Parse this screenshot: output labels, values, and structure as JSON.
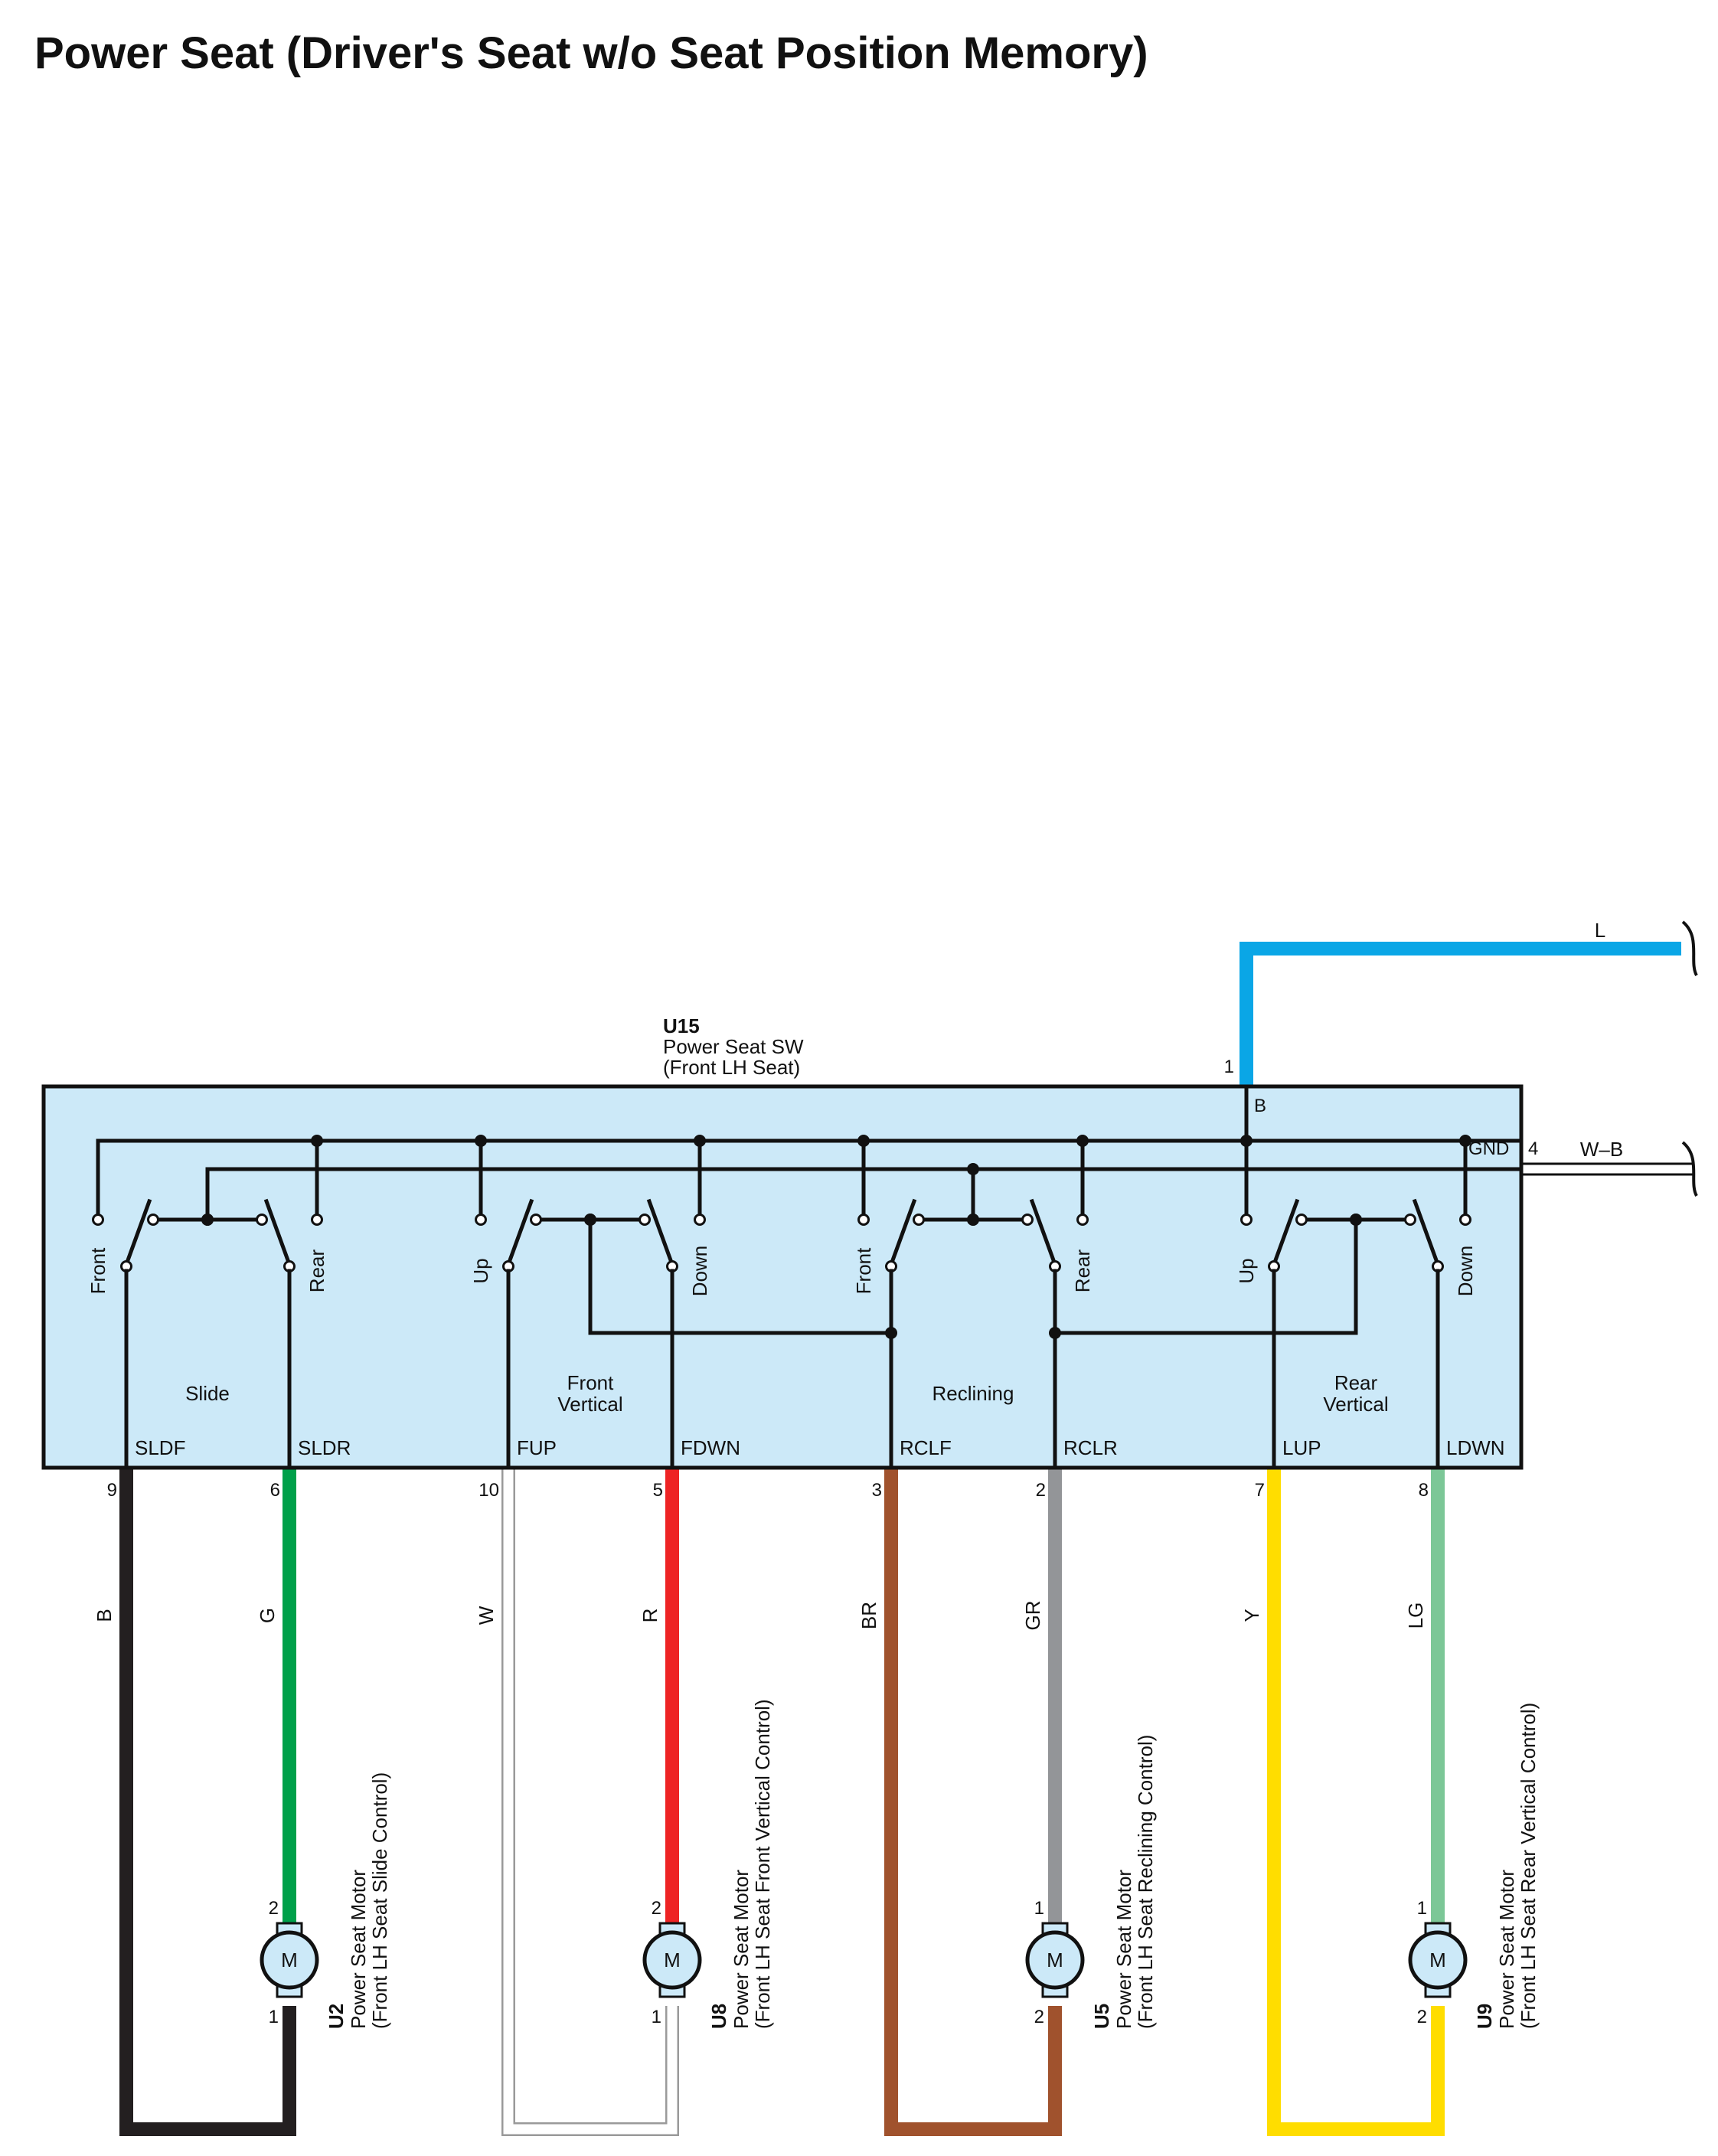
{
  "title": "Power Seat (Driver's Seat w/o Seat Position Memory)",
  "switch": {
    "id": "U15",
    "name": "Power Seat SW",
    "location": "(Front LH Seat)",
    "body_color": "#cce9f8",
    "power_pin": "1",
    "power_terminal": "B",
    "ground_terminal": "GND",
    "ground_pin": "4",
    "groups": [
      {
        "name": "Slide",
        "labels": [
          "Front",
          "Rear"
        ]
      },
      {
        "name": "Front\nVertical",
        "labels": [
          "Up",
          "Down"
        ]
      },
      {
        "name": "Reclining",
        "labels": [
          "Front",
          "Rear"
        ]
      },
      {
        "name": "Rear\nVertical",
        "labels": [
          "Up",
          "Down"
        ]
      }
    ],
    "terminals": [
      {
        "name": "SLDF",
        "pin": "9"
      },
      {
        "name": "SLDR",
        "pin": "6"
      },
      {
        "name": "FUP",
        "pin": "10"
      },
      {
        "name": "FDWN",
        "pin": "5"
      },
      {
        "name": "RCLF",
        "pin": "3"
      },
      {
        "name": "RCLR",
        "pin": "2"
      },
      {
        "name": "LUP",
        "pin": "7"
      },
      {
        "name": "LDWN",
        "pin": "8"
      }
    ]
  },
  "power_wire": {
    "color_code": "L",
    "color": "#0aa6e6"
  },
  "ground_wire": {
    "color_code": "W–B"
  },
  "wires": [
    {
      "code": "B",
      "color": "#231f20"
    },
    {
      "code": "G",
      "color": "#00a04a"
    },
    {
      "code": "W",
      "color": "#ffffff"
    },
    {
      "code": "R",
      "color": "#ee2324"
    },
    {
      "code": "BR",
      "color": "#a0522d"
    },
    {
      "code": "GR",
      "color": "#939598"
    },
    {
      "code": "Y",
      "color": "#ffdd00"
    },
    {
      "code": "LG",
      "color": "#7cc797"
    }
  ],
  "motors": [
    {
      "id": "U2",
      "name": "Power Seat Motor",
      "detail": "(Front LH Seat Slide Control)",
      "pin_top": "2",
      "pin_bottom": "1",
      "symbol": "M"
    },
    {
      "id": "U8",
      "name": "Power Seat Motor",
      "detail": "(Front LH Seat Front Vertical Control)",
      "pin_top": "2",
      "pin_bottom": "1",
      "symbol": "M"
    },
    {
      "id": "U5",
      "name": "Power Seat Motor",
      "detail": "(Front LH Seat Reclining Control)",
      "pin_top": "1",
      "pin_bottom": "2",
      "symbol": "M"
    },
    {
      "id": "U9",
      "name": "Power Seat Motor",
      "detail": "(Front LH Seat Rear Vertical Control)",
      "pin_top": "1",
      "pin_bottom": "2",
      "symbol": "M"
    }
  ]
}
